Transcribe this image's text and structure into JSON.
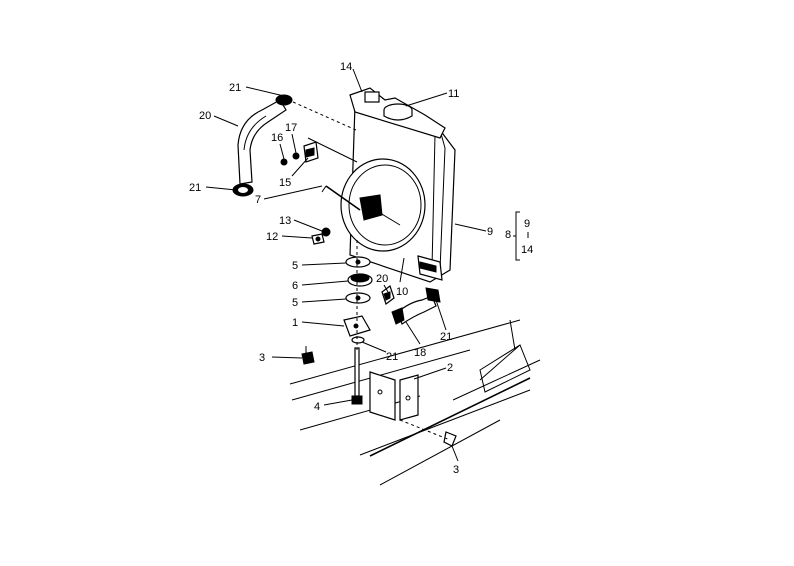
{
  "callouts": {
    "c1": "1",
    "c2": "2",
    "c3a": "3",
    "c3b": "3",
    "c4": "4",
    "c5a": "5",
    "c5b": "5",
    "c6": "6",
    "c7": "7",
    "c8": "8",
    "c9": "9",
    "c9r": "9",
    "c10": "10",
    "c11": "11",
    "c12": "12",
    "c13": "13",
    "c14": "14",
    "c14r": "14",
    "c15": "15",
    "c16": "16",
    "c17": "17",
    "c18": "18",
    "c20a": "20",
    "c20b": "20",
    "c21a": "21",
    "c21b": "21",
    "c21c": "21",
    "c21d": "21"
  }
}
